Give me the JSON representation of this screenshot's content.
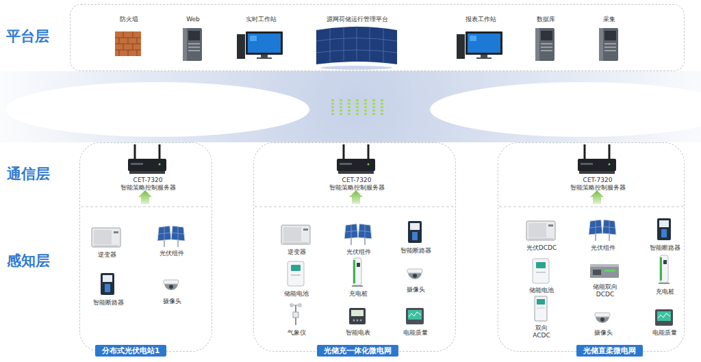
{
  "diagram": {
    "nodes": [
      {
        "text": [
          "平台层"
        ]
      },
      {
        "text": [
          "防火墙"
        ],
        "in": 0
      },
      {
        "text": [
          "Web"
        ],
        "in": 0
      },
      {
        "text": [
          "实时工作站"
        ],
        "in": 0
      },
      {
        "text": [
          "源网荷储运行管理平台"
        ],
        "in": 0
      },
      {
        "text": [
          "报表工作站"
        ],
        "in": 0
      },
      {
        "text": [
          "数据库"
        ],
        "in": 0
      },
      {
        "text": [
          "采集"
        ],
        "in": 0
      },
      {
        "text": [
          "分布式光伏电站1"
        ]
      },
      {
        "text": [
          "CET-7320",
          "智能策略控制服务器"
        ],
        "in": 8
      },
      {
        "text": [
          "逆变器"
        ],
        "in": 8
      },
      {
        "text": [
          "光伏组件"
        ],
        "in": 8
      },
      {
        "text": [
          "智能断路器"
        ],
        "in": 8
      },
      {
        "text": [
          "摄像头"
        ],
        "in": 8
      },
      {
        "text": [
          "光储充一体化微电网"
        ]
      },
      {
        "text": [
          "CET-7320",
          "智能策略控制服务器"
        ],
        "in": 14
      },
      {
        "text": [
          "逆变器"
        ],
        "in": 14
      },
      {
        "text": [
          "光伏组件"
        ],
        "in": 14
      },
      {
        "text": [
          "智能断路器"
        ],
        "in": 14
      },
      {
        "text": [
          "储能电池"
        ],
        "in": 14
      },
      {
        "text": [
          "充电桩"
        ],
        "in": 14
      },
      {
        "text": [
          "摄像头"
        ],
        "in": 14
      },
      {
        "text": [
          "气象仪"
        ],
        "in": 14
      },
      {
        "text": [
          "智能电表"
        ],
        "in": 14
      },
      {
        "text": [
          "电能质量"
        ],
        "in": 14
      },
      {
        "text": [
          "光储直柔微电网"
        ]
      },
      {
        "text": [
          "CET-7320",
          "智能策略控制服务器"
        ],
        "in": 25
      },
      {
        "text": [
          "光伏DCDC"
        ],
        "in": 25
      },
      {
        "text": [
          "光伏组件"
        ],
        "in": 25
      },
      {
        "text": [
          "智能断路器"
        ],
        "in": 25
      },
      {
        "text": [
          "储能电池"
        ],
        "in": 25
      },
      {
        "text": [
          "储能双向 DCDC"
        ],
        "in": 25
      },
      {
        "text": [
          "充电桩"
        ],
        "in": 25
      },
      {
        "text": [
          "双向 ACDC"
        ],
        "in": 25
      },
      {
        "text": [
          "摄像头"
        ],
        "in": 25
      },
      {
        "text": [
          "电能质量"
        ],
        "in": 25
      }
    ],
    "labels": [
      "通信层",
      "感知层"
    ]
  }
}
